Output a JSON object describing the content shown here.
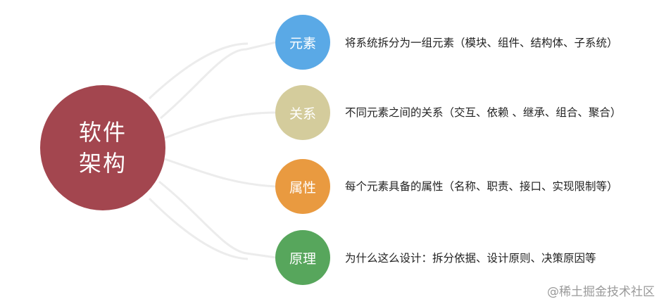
{
  "center": {
    "label_line1": "软件",
    "label_line2": "架构",
    "color": "#a3464f"
  },
  "branches": [
    {
      "label": "元素",
      "description": "将系统拆分为一组元素（模块、组件、结构体、子系统）",
      "color": "#5aa9e6"
    },
    {
      "label": "关系",
      "description": "不同元素之间的关系（交互、依赖 、继承、组合、聚合）",
      "color": "#d4cc9c"
    },
    {
      "label": "属性",
      "description": "每个元素具备的属性（名称、职责、接口、实现限制等）",
      "color": "#e99a40"
    },
    {
      "label": "原理",
      "description": "为什么这么设计：拆分依据、设计原则、决策原因等",
      "color": "#57a65c"
    }
  ],
  "connector_color": "#ececec",
  "watermark": "@稀土掘金技术社区"
}
